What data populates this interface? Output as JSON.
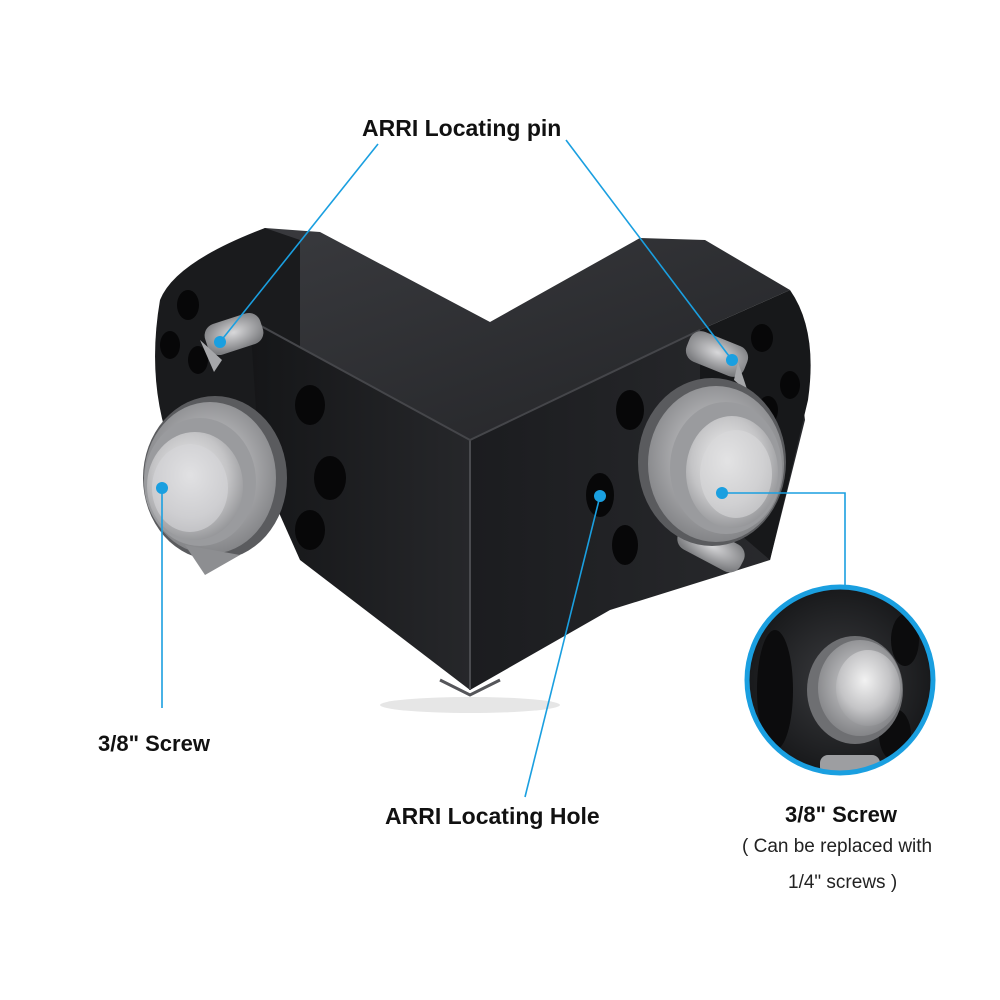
{
  "labels": {
    "locating_pin": "ARRI Locating pin",
    "left_screw": "3/8\" Screw",
    "locating_hole": "ARRI Locating Hole",
    "right_screw": "3/8\" Screw",
    "right_screw_note_line1": "( Can be replaced with",
    "right_screw_note_line2": "1/4\" screws )"
  },
  "colors": {
    "callout_line": "#1a9fe0",
    "callout_dot": "#1a9fe0",
    "bracket": "#1e1f22",
    "steel": "#c9c9cb",
    "background": "#ffffff"
  }
}
